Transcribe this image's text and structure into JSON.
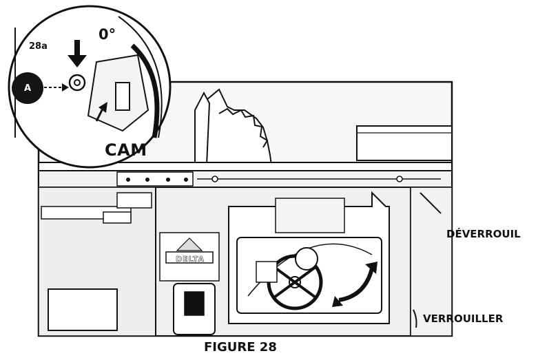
{
  "labels": {
    "inset_ref": "28a",
    "angle": "0°",
    "cam": "CAM",
    "callout": "A",
    "unlock": "DÉVERROUIL",
    "lock": "VERROUILLER",
    "figure": "FIGURE 28"
  },
  "logo": {
    "text": "DELTA"
  },
  "colors": {
    "ink": "#111111",
    "background": "#ffffff",
    "panel": "#efefef",
    "callout": "#141414"
  }
}
